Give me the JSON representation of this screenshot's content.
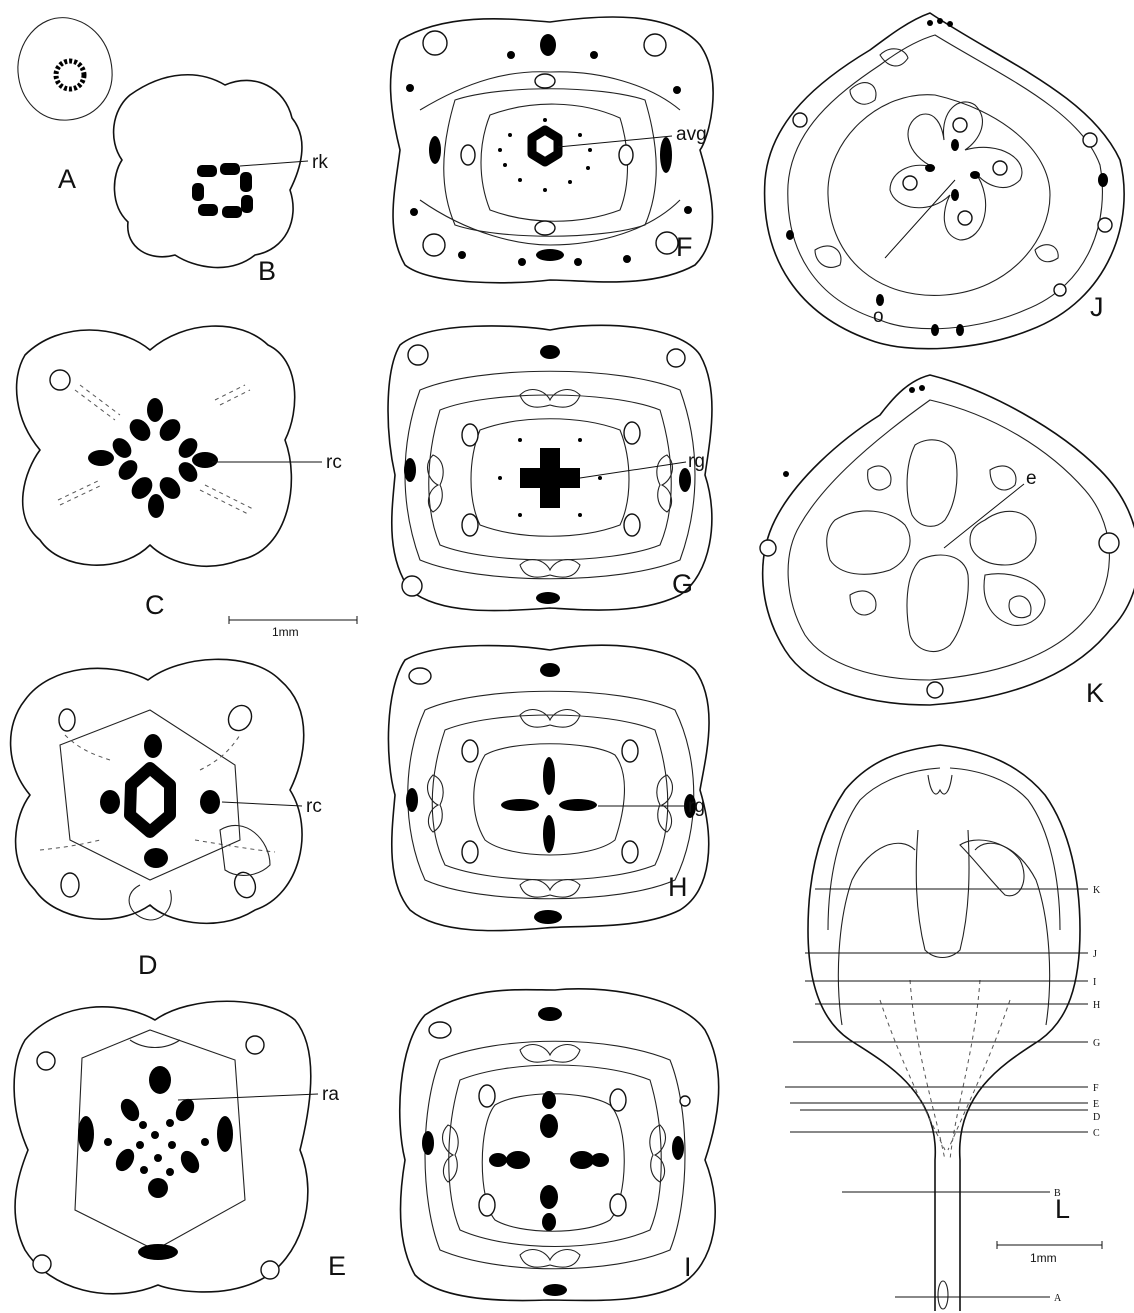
{
  "figures": {
    "A": "A",
    "B": "B",
    "C": "C",
    "D": "D",
    "E": "E",
    "F": "F",
    "G": "G",
    "H": "H",
    "I": "I",
    "J": "J",
    "K": "K",
    "L": "L"
  },
  "parts": {
    "rk": "rk",
    "rc_c": "rc",
    "rc_d": "rc",
    "ra": "ra",
    "avg": "avg",
    "rg_g": "rg",
    "rg_h": "rg",
    "o": "o",
    "e": "e"
  },
  "scale_bars": {
    "cross_sections": "1mm",
    "longitudinal": "1mm"
  },
  "section_levels": [
    "K",
    "J",
    "I",
    "H",
    "G",
    "F",
    "E",
    "D",
    "C",
    "B",
    "A"
  ]
}
